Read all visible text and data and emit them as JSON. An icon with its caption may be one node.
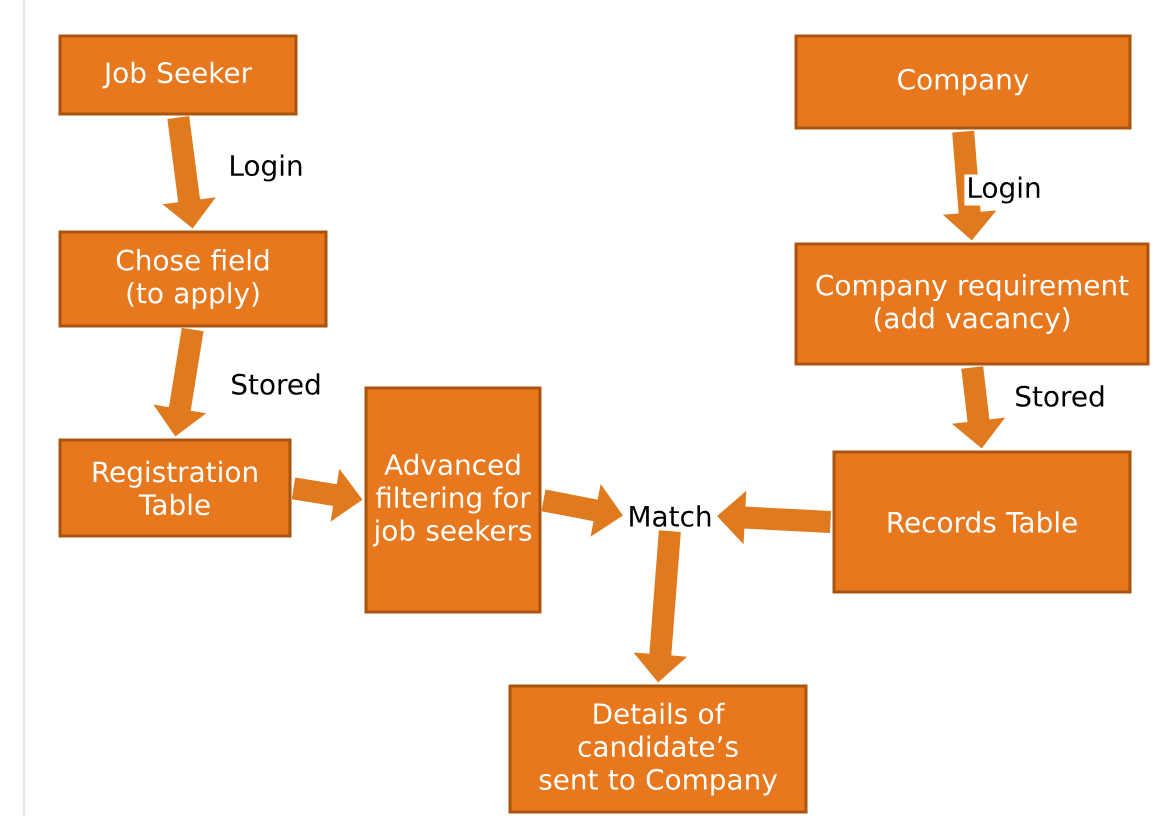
{
  "diagram": {
    "nodes": [
      {
        "text": [
          "Job Seeker"
        ]
      },
      {
        "text": [
          "Chose field (to apply)"
        ]
      },
      {
        "text": [
          "Registration Table"
        ]
      },
      {
        "text": [
          "Advanced filtering for job seekers"
        ]
      },
      {
        "text": [
          "Company"
        ]
      },
      {
        "text": [
          "Company requirement (add vacancy)"
        ]
      },
      {
        "text": [
          "Records Table"
        ]
      },
      {
        "text": [
          "Match"
        ]
      },
      {
        "text": [
          "Details of candidate’s sent to Company"
        ]
      }
    ],
    "edges": [
      {
        "from": 0,
        "to": 1,
        "arrow": "to",
        "label": "Login"
      },
      {
        "from": 1,
        "to": 2,
        "arrow": "to",
        "label": "Stored"
      },
      {
        "from": 2,
        "to": 3,
        "arrow": "to"
      },
      {
        "from": 3,
        "to": 7,
        "arrow": "to"
      },
      {
        "from": 4,
        "to": 5,
        "arrow": "to",
        "label": "Login"
      },
      {
        "from": 5,
        "to": 6,
        "arrow": "to",
        "label": "Stored"
      },
      {
        "from": 6,
        "to": 7,
        "arrow": "to"
      },
      {
        "from": 7,
        "to": 8,
        "arrow": "to"
      }
    ]
  }
}
